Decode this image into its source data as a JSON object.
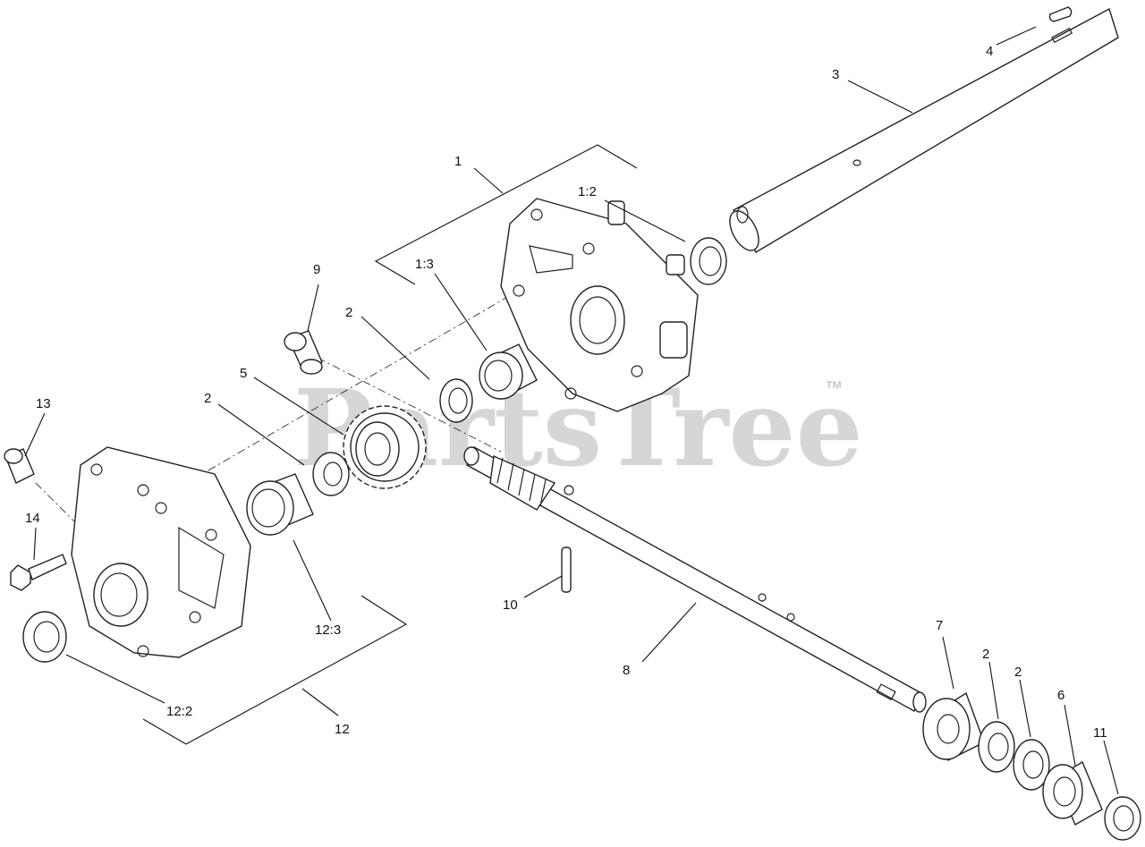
{
  "watermark": {
    "brand": "PartsTree",
    "trademark": "™"
  },
  "callouts": {
    "c1": "1",
    "c1_2": "1:2",
    "c1_3": "1:3",
    "c2_a": "2",
    "c2_b": "2",
    "c2_c": "2",
    "c2_d": "2",
    "c3": "3",
    "c4": "4",
    "c5": "5",
    "c6": "6",
    "c7": "7",
    "c8": "8",
    "c9": "9",
    "c10": "10",
    "c11": "11",
    "c12": "12",
    "c12_2": "12:2",
    "c12_3": "12:3",
    "c13": "13",
    "c14": "14"
  }
}
